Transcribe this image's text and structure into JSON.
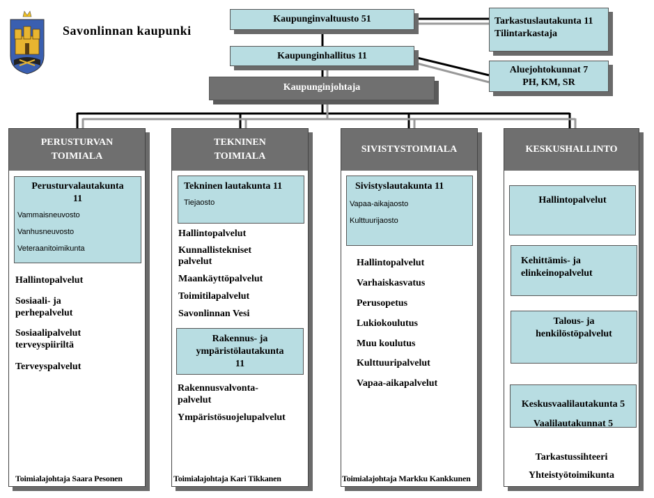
{
  "header": {
    "city_name": "Savonlinnan kaupunki",
    "logo_icon": "coat-of-arms-icon"
  },
  "top": {
    "council": "Kaupunginvaltuusto 51",
    "board": "Kaupunginhallitus 11",
    "mayor": "Kaupunginjohtaja",
    "audit_line1": "Tarkastuslautakunta 11",
    "audit_line2": "Tilintarkastaja",
    "regional_line1": "Aluejohtokunnat 7",
    "regional_line2": "PH, KM, SR"
  },
  "columns": [
    {
      "head_line1": "PERUSTURVAN",
      "head_line2": "TOIMIALA",
      "board_line1": "Perusturvalautakunta",
      "board_line2": "11",
      "board_items": [
        "Vammaisneuvosto",
        "Vanhusneuvosto",
        "Veteraanitoimikunta"
      ],
      "services": [
        "Hallintopalvelut",
        "Sosiaali- ja",
        "perhepalvelut",
        "Sosiaalipalvelut",
        "terveyspiiriltä",
        "Terveyspalvelut"
      ],
      "footer": "Toimialajohtaja Saara Pesonen"
    },
    {
      "head_line1": "TEKNINEN",
      "head_line2": "TOIMIALA",
      "board_line1": "Tekninen lautakunta 11",
      "board_items": [
        "Tiejaosto"
      ],
      "services": [
        "Hallintopalvelut",
        "Kunnallistekniset",
        "palvelut",
        "Maankäyttöpalvelut",
        "Toimitilapalvelut",
        "Savonlinnan Vesi"
      ],
      "board2_line1": "Rakennus- ja",
      "board2_line2": "ympäristölautakunta",
      "board2_line3": "11",
      "services2": [
        "Rakennusvalvonta-",
        "palvelut",
        "Ympäristösuojelupalvelut"
      ],
      "footer": "Toimialajohtaja Kari Tikkanen"
    },
    {
      "head_line1": "SIVISTYSTOIMIALA",
      "board_line1": "Sivistyslautakunta 11",
      "board_items": [
        "Vapaa-aikajaosto",
        "Kulttuurijaosto"
      ],
      "services": [
        "Hallintopalvelut",
        "Varhaiskasvatus",
        "Perusopetus",
        "Lukiokoulutus",
        "Muu koulutus",
        "Kulttuuripalvelut",
        "Vapaa-aikapalvelut"
      ],
      "footer": "Toimialajohtaja Markku Kankkunen"
    },
    {
      "head_line1": "KESKUSHALLINTO",
      "units": [
        "Hallintopalvelut",
        "Kehittämis- ja",
        "elinkeinopalvelut",
        "Talous- ja",
        "henkilöstöpalvelut",
        "Keskusvaalilautakunta 5",
        "Vaalilautakunnat 5"
      ],
      "footer1": "Tarkastussihteeri",
      "footer2": "Yhteistyötoimikunta"
    }
  ],
  "colors": {
    "light_box": "#b8dde2",
    "dark_box": "#707070",
    "shadow": "#6a6a6a"
  }
}
